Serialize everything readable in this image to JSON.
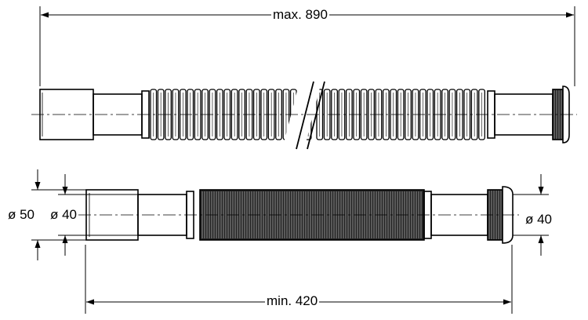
{
  "dimensions": {
    "max_length": "max. 890",
    "min_length": "min. 420",
    "outer_diameter_left": "ø 50",
    "inner_diameter_left": "ø 40",
    "diameter_right": "ø 40"
  }
}
